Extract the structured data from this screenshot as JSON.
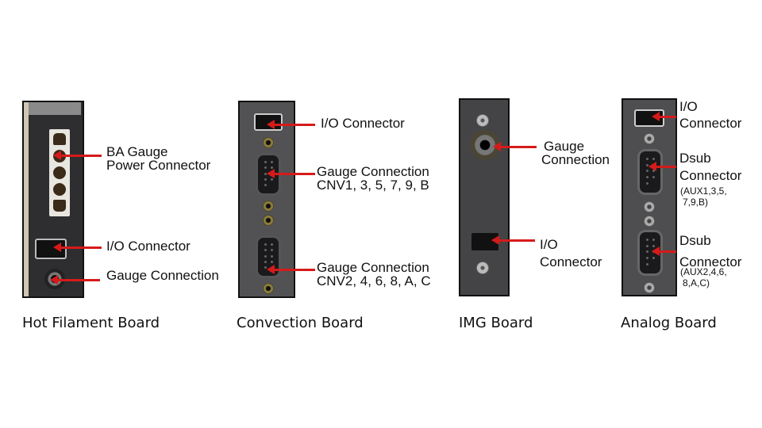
{
  "boards": [
    {
      "name": "Hot Filament Board",
      "callouts": [
        {
          "lines": [
            "BA Gauge",
            "Power Connector"
          ]
        },
        {
          "lines": [
            "I/O Connector"
          ]
        },
        {
          "lines": [
            "Gauge Connection"
          ]
        }
      ]
    },
    {
      "name": "Convection Board",
      "callouts": [
        {
          "lines": [
            "I/O Connector"
          ]
        },
        {
          "lines": [
            "Gauge Connection",
            "CNV1, 3, 5, 7, 9, B"
          ]
        },
        {
          "lines": [
            "Gauge Connection",
            "CNV2, 4, 6, 8, A, C"
          ]
        }
      ]
    },
    {
      "name": "IMG Board",
      "callouts": [
        {
          "lines": [
            "Gauge",
            "Connection"
          ]
        },
        {
          "lines": [
            "I/O",
            "Connector"
          ]
        }
      ]
    },
    {
      "name": "Analog Board",
      "callouts": [
        {
          "lines": [
            "I/O",
            "Connector"
          ]
        },
        {
          "lines": [
            "Dsub",
            "Connector"
          ],
          "note": [
            "(AUX1,3,5,",
            "7,9,B)"
          ]
        },
        {
          "lines": [
            "Dsub",
            "Connector"
          ],
          "note": [
            "(AUX2,4,6,",
            "8,A,C)"
          ]
        }
      ]
    }
  ],
  "colors": {
    "arrow": "#d61a1a",
    "panel": "#3a3a3c",
    "text": "#111111"
  }
}
